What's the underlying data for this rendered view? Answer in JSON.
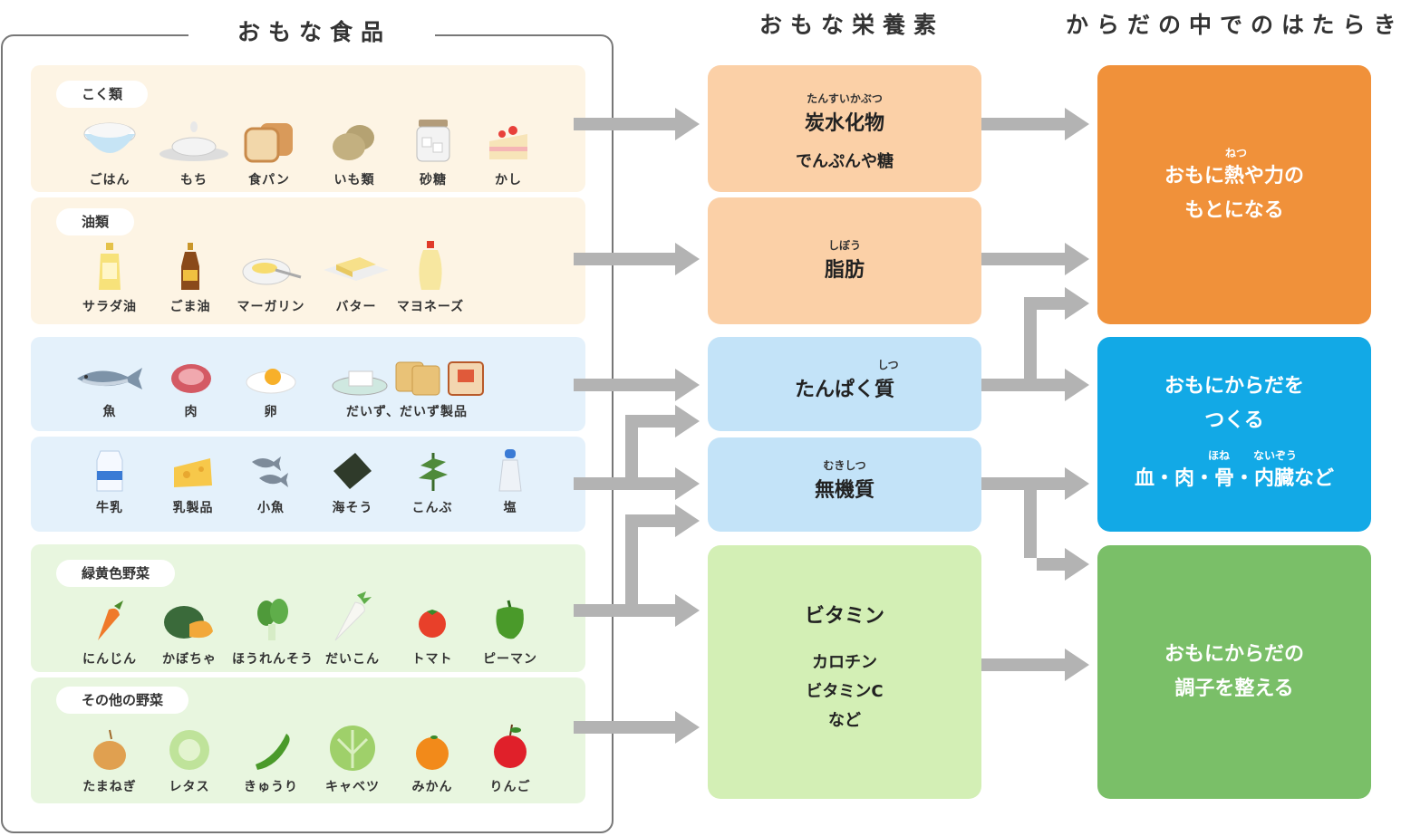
{
  "headers": {
    "foods": "おもな食品",
    "nutrients": "おもな栄養素",
    "functions": "からだの中でのはたらき"
  },
  "groups": {
    "grains": {
      "label": "こく類",
      "items": [
        "ごはん",
        "もち",
        "食パン",
        "いも類",
        "砂糖",
        "かし"
      ]
    },
    "oils": {
      "label": "油類",
      "items": [
        "サラダ油",
        "ごま油",
        "マーガリン",
        "バター",
        "マヨネーズ"
      ]
    },
    "proteins": {
      "items": [
        "魚",
        "肉",
        "卵",
        "だいず、だいず製品"
      ]
    },
    "minerals": {
      "items": [
        "牛乳",
        "乳製品",
        "小魚",
        "海そう",
        "こんぶ",
        "塩"
      ]
    },
    "gyv": {
      "label": "緑黄色野菜",
      "items": [
        "にんじん",
        "かぼちゃ",
        "ほうれんそう",
        "だいこん",
        "トマト",
        "ピーマン"
      ]
    },
    "other_veg": {
      "label": "その他の野菜",
      "items": [
        "たまねぎ",
        "レタス",
        "きゅうり",
        "キャベツ",
        "みかん",
        "りんご"
      ]
    }
  },
  "nutrients": {
    "carb": {
      "ruby": "たんすいかぶつ",
      "name": "炭水化物",
      "sub": "でんぷんや糖"
    },
    "fat": {
      "ruby": "しぼう",
      "name": "脂肪"
    },
    "protein": {
      "ruby": "しつ",
      "name": "たんぱく質"
    },
    "mineral": {
      "ruby": "むきしつ",
      "name": "無機質"
    },
    "vitamin": {
      "name": "ビタミン",
      "sub1": "カロチン",
      "sub2": "ビタミンC",
      "sub3": "など"
    }
  },
  "functions": {
    "energy": {
      "ruby": "ねつ",
      "line1": "おもに熱や力の",
      "line2": "もとになる"
    },
    "body": {
      "line1": "おもにからだを",
      "line2": "つくる",
      "ruby1": "ほね",
      "ruby2": "ないぞう",
      "line3": "血・肉・骨・内臓など"
    },
    "condition": {
      "line1": "おもにからだの",
      "line2": "調子を整える"
    }
  },
  "colors": {
    "orange_fn": "#f0913a",
    "blue_fn": "#12a9e6",
    "green_fn": "#7abf68",
    "arrow": "#b3b3b3"
  }
}
